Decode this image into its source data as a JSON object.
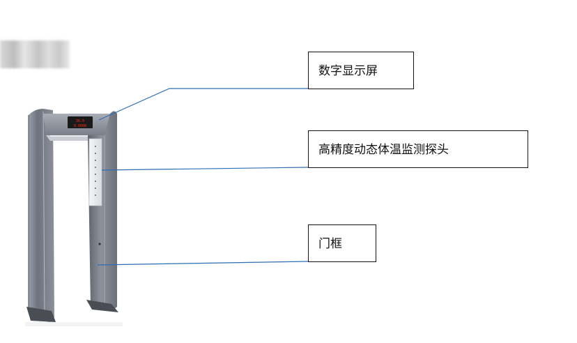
{
  "labels": {
    "display": "数字显示屏",
    "probe": "高精度动态体温监测探头",
    "frame": "门框"
  },
  "panel": {
    "readout_top": "36.6",
    "readout_bottom": "0.0000"
  },
  "colors": {
    "leader_line": "#2e6db4",
    "box_border": "#111111",
    "frame_gray": "#8a8e99",
    "led_red": "#ff2a1a"
  }
}
